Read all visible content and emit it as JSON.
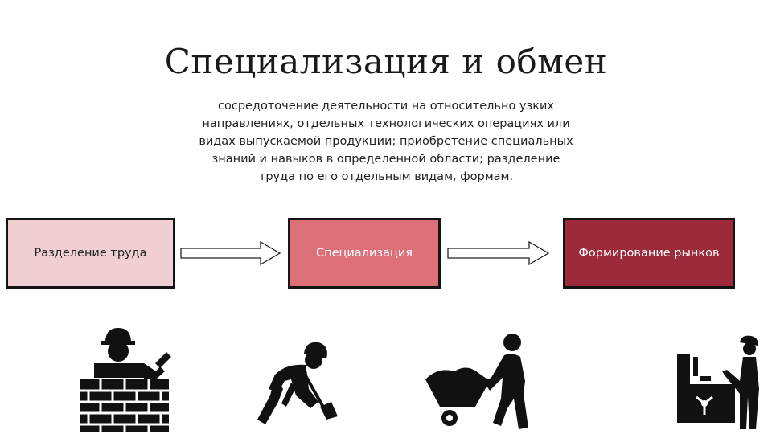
{
  "slide": {
    "title": "Специализация и обмен",
    "description": "сосредоточение деятельности на относительно узких направлениях, отдельных технологических операциях или видах выпускаемой продукции; приобретение специальных знаний и навыков в определенной области; разделение труда по его отдельным видам, формам."
  },
  "flow": {
    "steps": [
      {
        "label": "Разделение труда",
        "color": "#f0cfd3"
      },
      {
        "label": "Специализация",
        "color": "#dc6f78"
      },
      {
        "label": "Формирование рынков",
        "color": "#9c2a3a"
      }
    ]
  },
  "icons": [
    "bricklayer-icon",
    "digging-worker-icon",
    "wheelbarrow-worker-icon",
    "factory-worker-icon"
  ]
}
